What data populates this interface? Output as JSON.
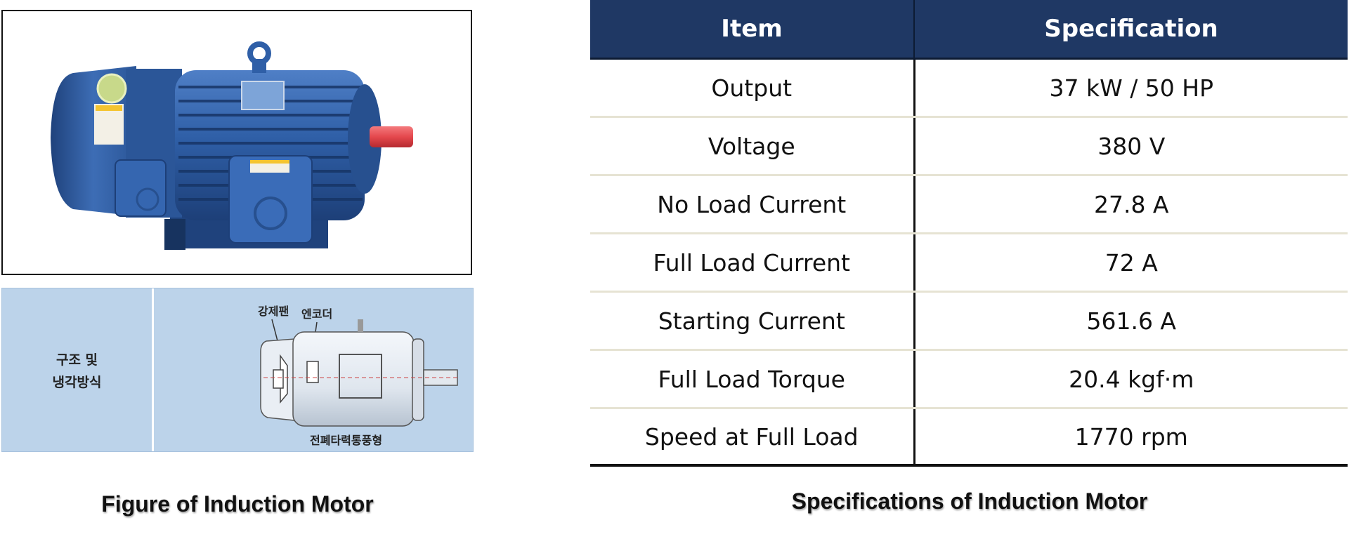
{
  "diagram": {
    "row_label": "구조 및\n냉각방식",
    "callout_left": "강제팬",
    "callout_right": "엔코더",
    "bottom_label": "전폐타력통풍형"
  },
  "captions": {
    "figure": "Figure of Induction Motor",
    "specifications": "Specifications of Induction Motor"
  },
  "table": {
    "header_item": "Item",
    "header_spec": "Specification",
    "rows": [
      {
        "item": "Output",
        "spec": "37 kW / 50 HP"
      },
      {
        "item": "Voltage",
        "spec": "380 V"
      },
      {
        "item": "No Load Current",
        "spec": "27.8 A"
      },
      {
        "item": "Full Load Current",
        "spec": "72 A"
      },
      {
        "item": "Starting Current",
        "spec": "561.6 A"
      },
      {
        "item": "Full Load Torque",
        "spec": "20.4 kgf·m"
      },
      {
        "item": "Speed at Full Load",
        "spec": "1770 rpm"
      }
    ]
  },
  "colors": {
    "header_bg": "#1f3864",
    "motor_blue": "#2f5fa7",
    "shaft_red": "#e5484d",
    "diagram_bg": "#bcd3ea"
  }
}
